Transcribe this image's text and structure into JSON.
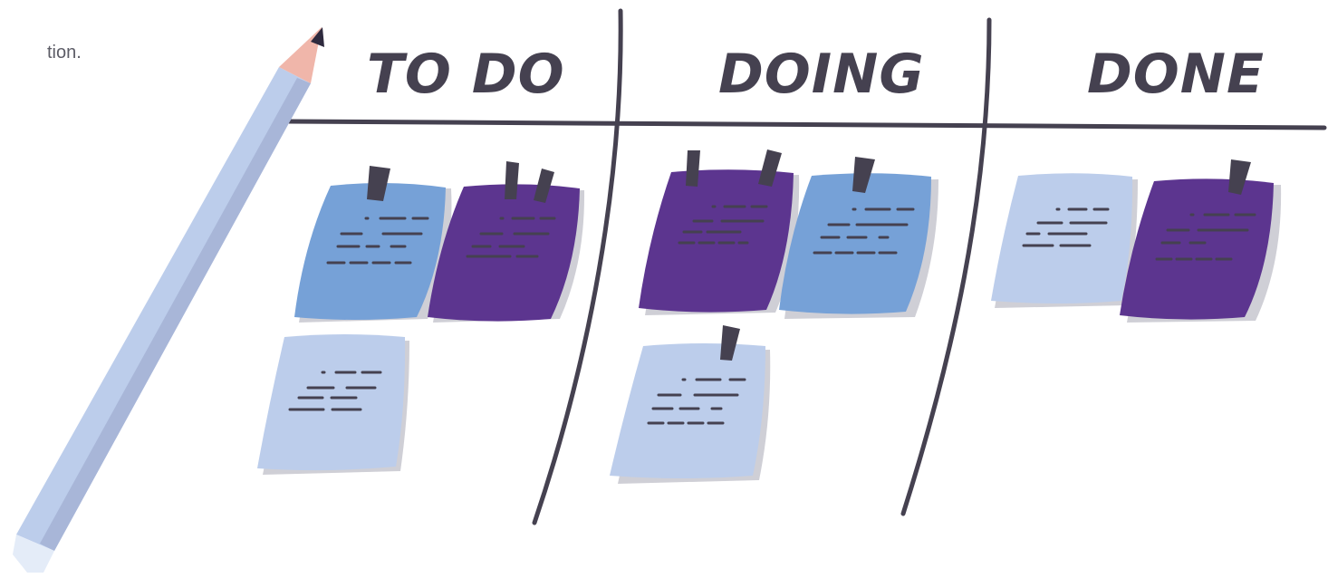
{
  "page": {
    "clipped_text": "tion."
  },
  "board": {
    "columns": [
      {
        "title": "TO DO"
      },
      {
        "title": "DOING"
      },
      {
        "title": "DONE"
      }
    ]
  },
  "colors": {
    "ink": "#454150",
    "note_blue": "#76A1D7",
    "note_purple": "#5C358F",
    "note_light": "#BCCDEB",
    "shadow": "#CFCFD6",
    "pencil_body": "#BCCDEB",
    "pencil_wood": "#F0B6AA"
  }
}
